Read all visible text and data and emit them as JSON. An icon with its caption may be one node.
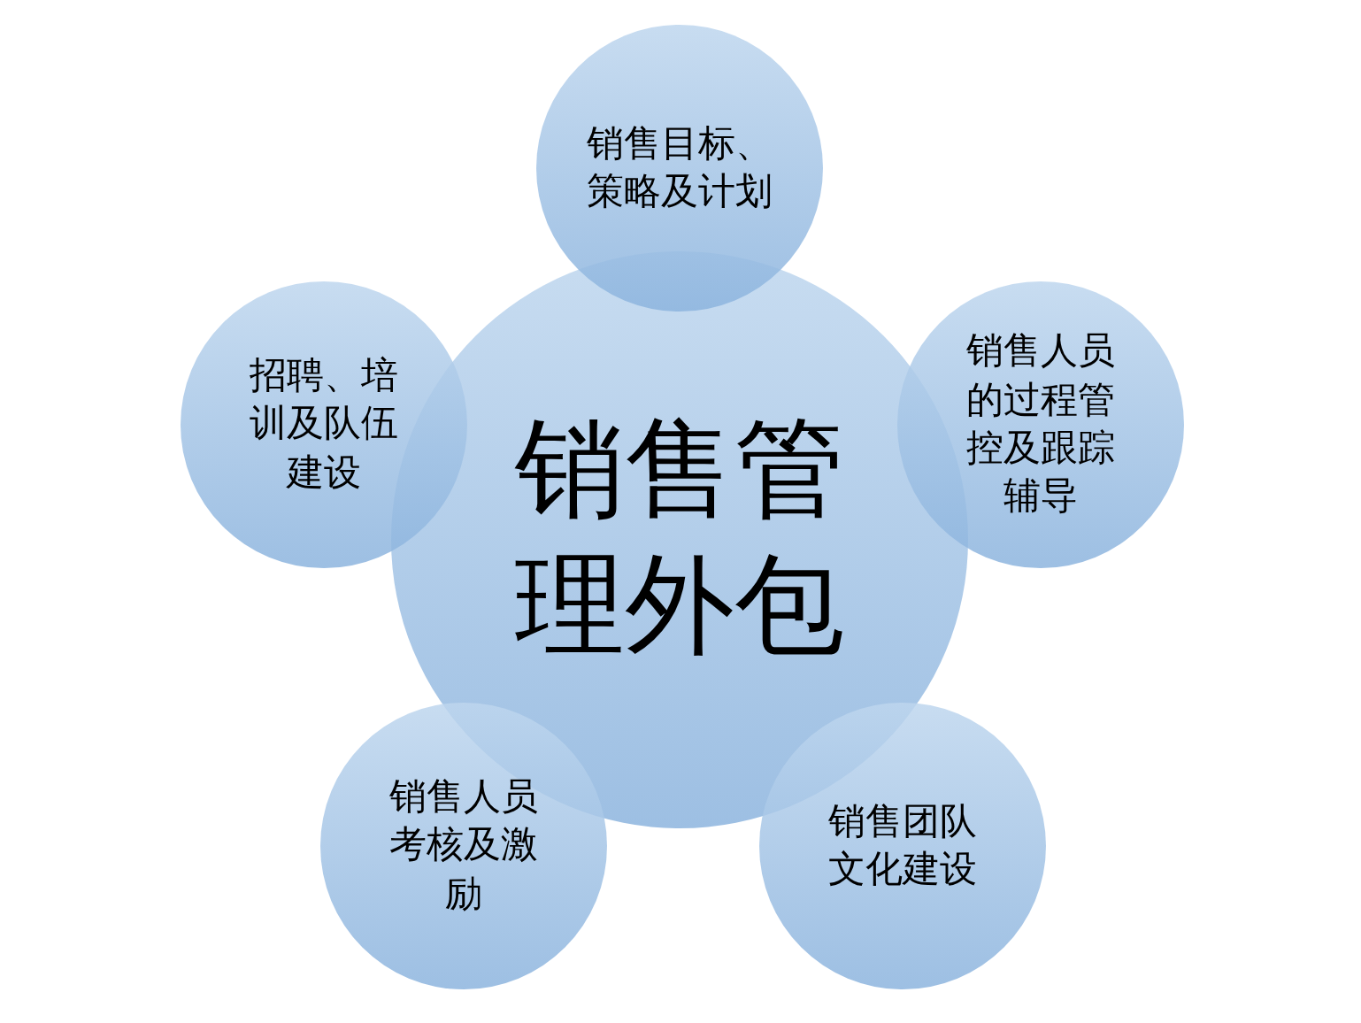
{
  "diagram": {
    "nodes": [
      {
        "text": [
          "销售管理外包"
        ]
      },
      {
        "text": [
          "销售目标、策略及计划"
        ]
      },
      {
        "text": [
          "销售人员的过程管控及跟踪辅导"
        ]
      },
      {
        "text": [
          "销售团队文化建设"
        ]
      },
      {
        "text": [
          "销售人员考核及激励"
        ]
      },
      {
        "text": [
          "招聘、培训及队伍建设"
        ]
      }
    ]
  }
}
